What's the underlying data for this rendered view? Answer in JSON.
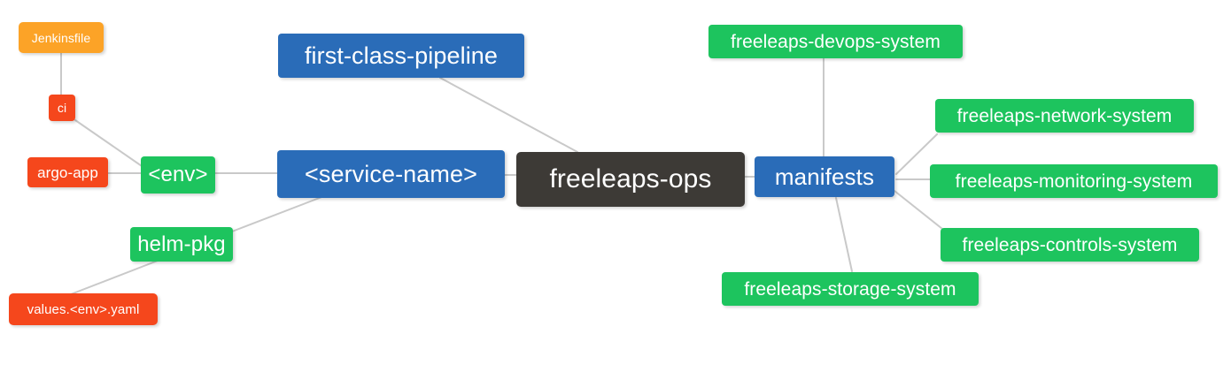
{
  "diagram": {
    "type": "mindmap",
    "title": "freeleaps-ops",
    "background": "#ffffff",
    "edge_color": "#c9c9c9",
    "palette": {
      "root": "#3d3a36",
      "blue": "#2a6cb8",
      "green": "#1dc45e",
      "orange": "#fca327",
      "red": "#f5471c",
      "text": "#ffffff"
    }
  },
  "nodes": {
    "root": {
      "label": "freeleaps-ops",
      "color": "#3d3a36"
    },
    "service_name": {
      "label": "<service-name>",
      "color": "#2a6cb8"
    },
    "first_class_pipeline": {
      "label": "first-class-pipeline",
      "color": "#2a6cb8"
    },
    "manifests": {
      "label": "manifests",
      "color": "#2a6cb8"
    },
    "env": {
      "label": "<env>",
      "color": "#1dc45e"
    },
    "helm_pkg": {
      "label": "helm-pkg",
      "color": "#1dc45e"
    },
    "ci": {
      "label": "ci",
      "color": "#f5471c"
    },
    "argo_app": {
      "label": "argo-app",
      "color": "#f5471c"
    },
    "values_yaml": {
      "label": "values.<env>.yaml",
      "color": "#f5471c"
    },
    "jenkinsfile": {
      "label": "Jenkinsfile",
      "color": "#fca327"
    },
    "devops_system": {
      "label": "freeleaps-devops-system",
      "color": "#1dc45e"
    },
    "network_system": {
      "label": "freeleaps-network-system",
      "color": "#1dc45e"
    },
    "monitoring_system": {
      "label": "freeleaps-monitoring-system",
      "color": "#1dc45e"
    },
    "controls_system": {
      "label": "freeleaps-controls-system",
      "color": "#1dc45e"
    },
    "storage_system": {
      "label": "freeleaps-storage-system",
      "color": "#1dc45e"
    }
  },
  "edges": [
    {
      "from": "root",
      "to": "service_name"
    },
    {
      "from": "root",
      "to": "first_class_pipeline"
    },
    {
      "from": "root",
      "to": "manifests"
    },
    {
      "from": "service_name",
      "to": "env"
    },
    {
      "from": "service_name",
      "to": "helm_pkg"
    },
    {
      "from": "env",
      "to": "ci"
    },
    {
      "from": "env",
      "to": "argo_app"
    },
    {
      "from": "ci",
      "to": "jenkinsfile"
    },
    {
      "from": "helm_pkg",
      "to": "values_yaml"
    },
    {
      "from": "manifests",
      "to": "devops_system"
    },
    {
      "from": "manifests",
      "to": "network_system"
    },
    {
      "from": "manifests",
      "to": "monitoring_system"
    },
    {
      "from": "manifests",
      "to": "controls_system"
    },
    {
      "from": "manifests",
      "to": "storage_system"
    }
  ]
}
